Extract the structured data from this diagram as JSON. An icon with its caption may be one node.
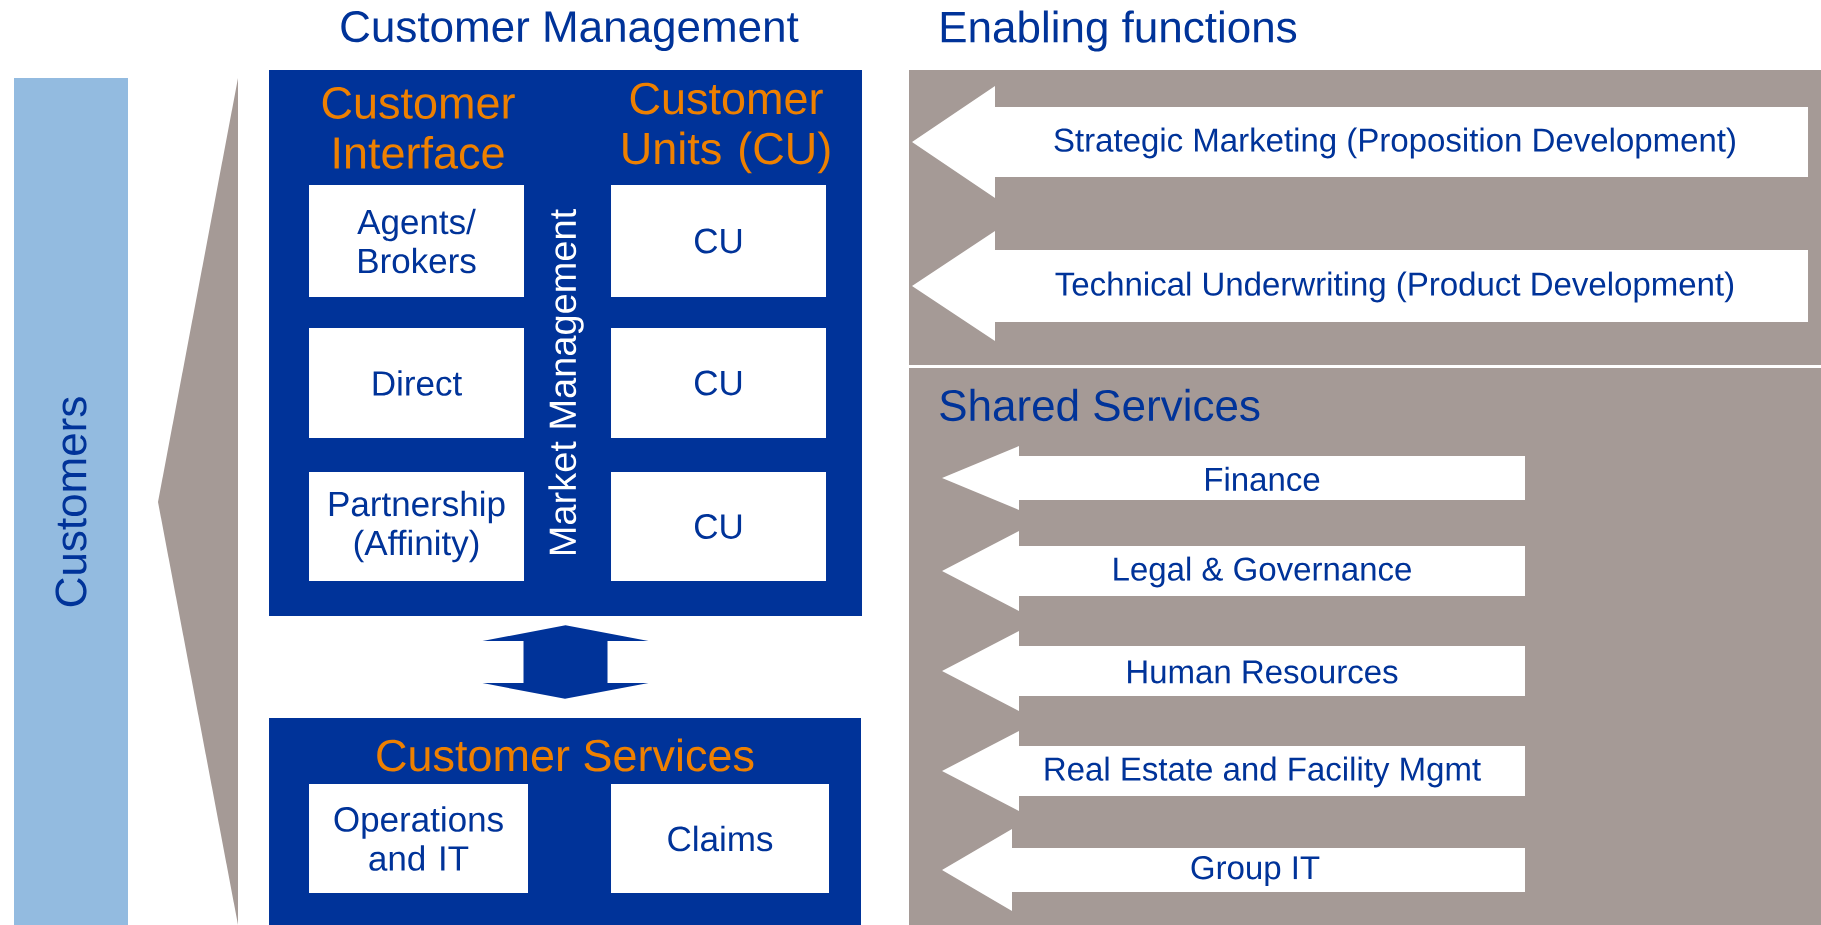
{
  "diagram": {
    "nodes": [
      {
        "text": [
          "Customers"
        ]
      },
      {
        "text": [
          "Customer Management",
          "Customer Interface",
          "Customer Units (CU)",
          "Market Management"
        ]
      },
      {
        "text": [
          "Agents/ Brokers"
        ],
        "in": 1
      },
      {
        "text": [
          "Direct"
        ],
        "in": 1
      },
      {
        "text": [
          "Partnership (Affinity)"
        ],
        "in": 1
      },
      {
        "text": [
          "CU"
        ],
        "in": 1
      },
      {
        "text": [
          "CU"
        ],
        "in": 1
      },
      {
        "text": [
          "CU"
        ],
        "in": 1
      },
      {
        "text": [
          "Customer Services"
        ]
      },
      {
        "text": [
          "Operations and IT"
        ],
        "in": 8
      },
      {
        "text": [
          "Claims"
        ],
        "in": 8
      },
      {
        "text": [
          "Enabling functions"
        ]
      },
      {
        "text": [
          "Shared Services"
        ]
      },
      {
        "text": [
          "Strategic Marketing (Proposition Development)"
        ],
        "in": 11
      },
      {
        "text": [
          "Technical Underwriting (Product Development)"
        ],
        "in": 11
      },
      {
        "text": [
          "Finance"
        ],
        "in": 12
      },
      {
        "text": [
          "Legal & Governance"
        ],
        "in": 12
      },
      {
        "text": [
          "Human Resources"
        ],
        "in": 12
      },
      {
        "text": [
          "Real Estate and Facility Mgmt"
        ],
        "in": 12
      },
      {
        "text": [
          "Group IT"
        ],
        "in": 12
      },
      {
        "text": [],
        "shape": "triangle"
      }
    ],
    "edges": [
      {
        "from": 1,
        "to": 8,
        "arrow": "both"
      }
    ]
  }
}
